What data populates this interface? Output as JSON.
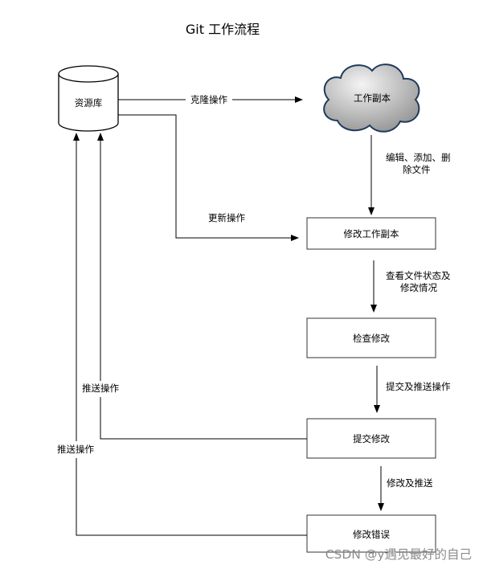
{
  "title": "Git 工作流程",
  "nodes": {
    "repository": "资源库",
    "working_copy": "工作副本",
    "modify_working_copy": "修改工作副本",
    "check_changes": "检查修改",
    "commit_changes": "提交修改",
    "fix_errors": "修改错误"
  },
  "edges": {
    "clone": "克隆操作",
    "update": "更新操作",
    "edit_line1": "编辑、添加、删",
    "edit_line2": "除文件",
    "view_line1": "查看文件状态及",
    "view_line2": "修改情况",
    "commit_push": "提交及推送操作",
    "fix_push": "修改及推送",
    "push1": "推送操作",
    "push2": "推送操作"
  },
  "watermark": "CSDN @y遇见最好的自己",
  "colors": {
    "cloud_fill_light": "#f4f4f4",
    "cloud_fill_dark": "#8f8f8f",
    "cloud_stroke": "#1f3b5c",
    "line": "#000000",
    "box_stroke": "#333333",
    "watermark": "#8c8c8c"
  }
}
